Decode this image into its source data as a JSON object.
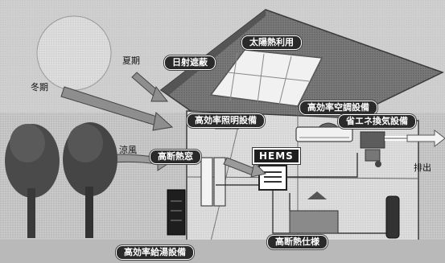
{
  "labels": {
    "solar": "太陽熱利用",
    "shade": "日射遮蔽",
    "summer": "夏期",
    "winter": "冬期",
    "ac": "高効率空調設備",
    "lighting": "高効率照明設備",
    "ventilation": "省エネ換気設備",
    "breeze": "涼風",
    "window": "高断熱窓",
    "hems": "HEMS",
    "exhaust": "排出",
    "insulation": "高断熱仕様",
    "water_heater": "高効率給湯設備"
  }
}
